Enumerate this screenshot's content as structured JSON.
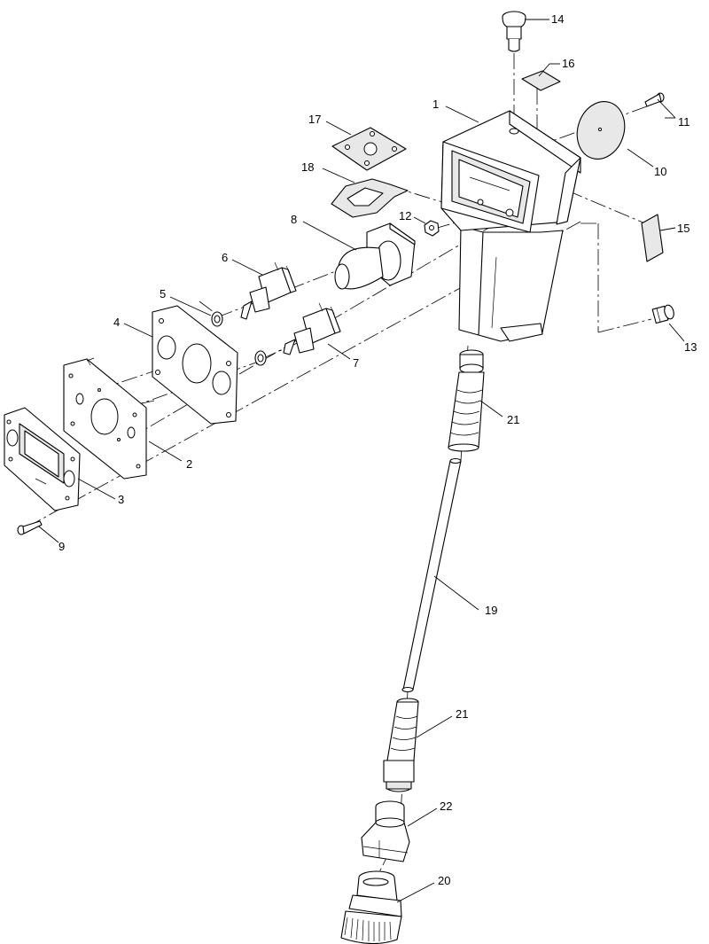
{
  "callouts": {
    "c1": "1",
    "c2": "2",
    "c3": "3",
    "c4": "4",
    "c5": "5",
    "c6": "6",
    "c7": "7",
    "c8": "8",
    "c9": "9",
    "c10": "10",
    "c11": "11",
    "c12": "12",
    "c13": "13",
    "c14": "14",
    "c15": "15",
    "c16": "16",
    "c17": "17",
    "c18": "18",
    "c19": "19",
    "c20": "20",
    "c21a": "21",
    "c21b": "21",
    "c22": "22"
  }
}
